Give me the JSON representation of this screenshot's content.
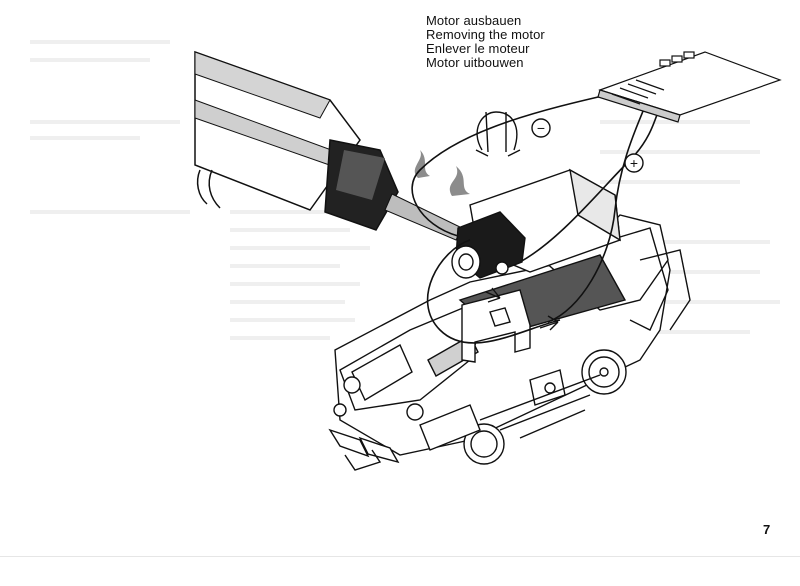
{
  "caption": {
    "de": "Motor ausbauen",
    "en": "Removing the motor",
    "fr": "Enlever le moteur",
    "nl": "Motor uitbouwen"
  },
  "page_number": "7",
  "polarity": {
    "minus": "−",
    "plus": "+"
  },
  "colors": {
    "ink": "#111111",
    "board": "#2a2a2a",
    "handle": "#d9d9d9",
    "shade": "#8c8c8c",
    "ghost_text": "#ececec"
  },
  "icons": {
    "screwdriver": "screwdriver-icon",
    "motor": "motor-icon",
    "locomotive": "locomotive-icon",
    "decoder": "decoder-board-icon"
  }
}
